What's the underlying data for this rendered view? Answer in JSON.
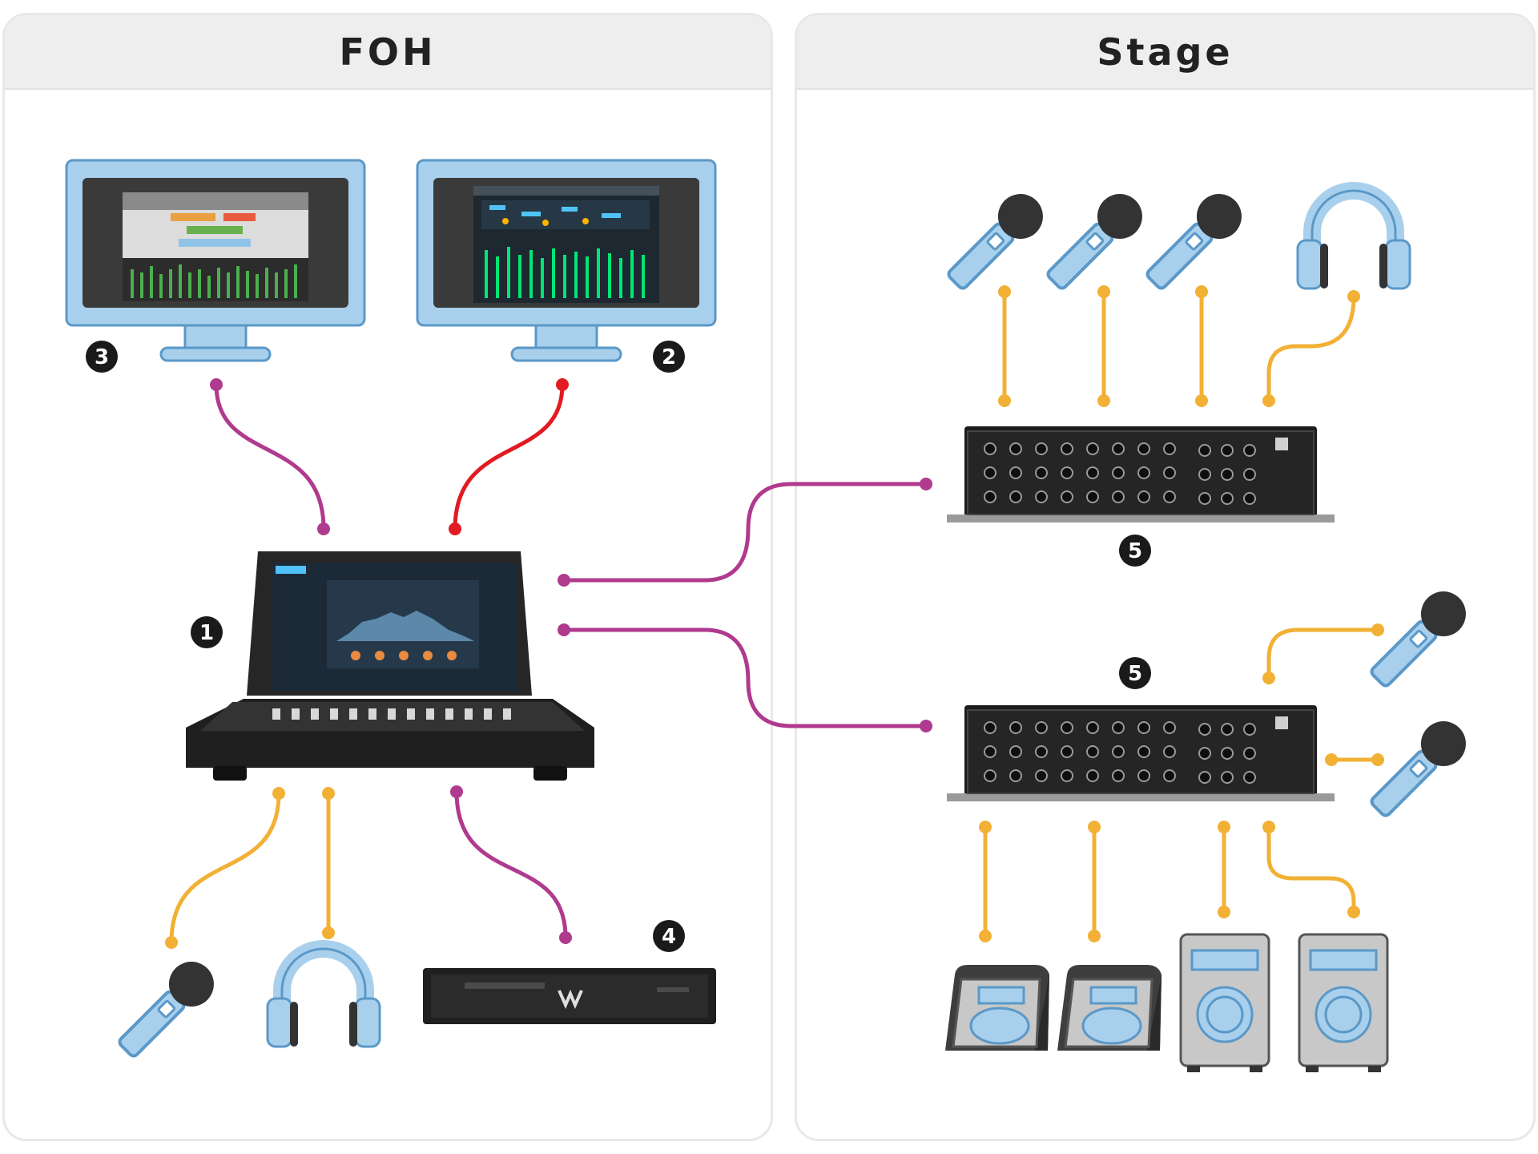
{
  "sections": {
    "foh": {
      "title": "FOH"
    },
    "stage": {
      "title": "Stage"
    }
  },
  "callouts": {
    "console": "1",
    "main_monitor": "2",
    "second_monitor": "3",
    "server": "4",
    "stagebox_upper": "5",
    "stagebox_lower": "5"
  },
  "colors": {
    "network": "#b03a8e",
    "display": "#e21a22",
    "audio": "#f2b035",
    "device": "#a8d0ec",
    "device_outline": "#5a98c8",
    "badge": "#1a1a1a",
    "header": "#eeeeee"
  }
}
